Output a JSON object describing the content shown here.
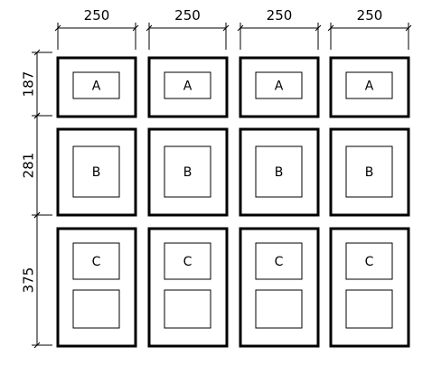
{
  "column_width_labels": [
    "250",
    "250",
    "250",
    "250"
  ],
  "row_height_labels": [
    "187",
    "281",
    "375"
  ],
  "frame_labels": [
    "A",
    "B",
    "C"
  ],
  "colors": {
    "line": "#000000",
    "background": "#ffffff"
  }
}
